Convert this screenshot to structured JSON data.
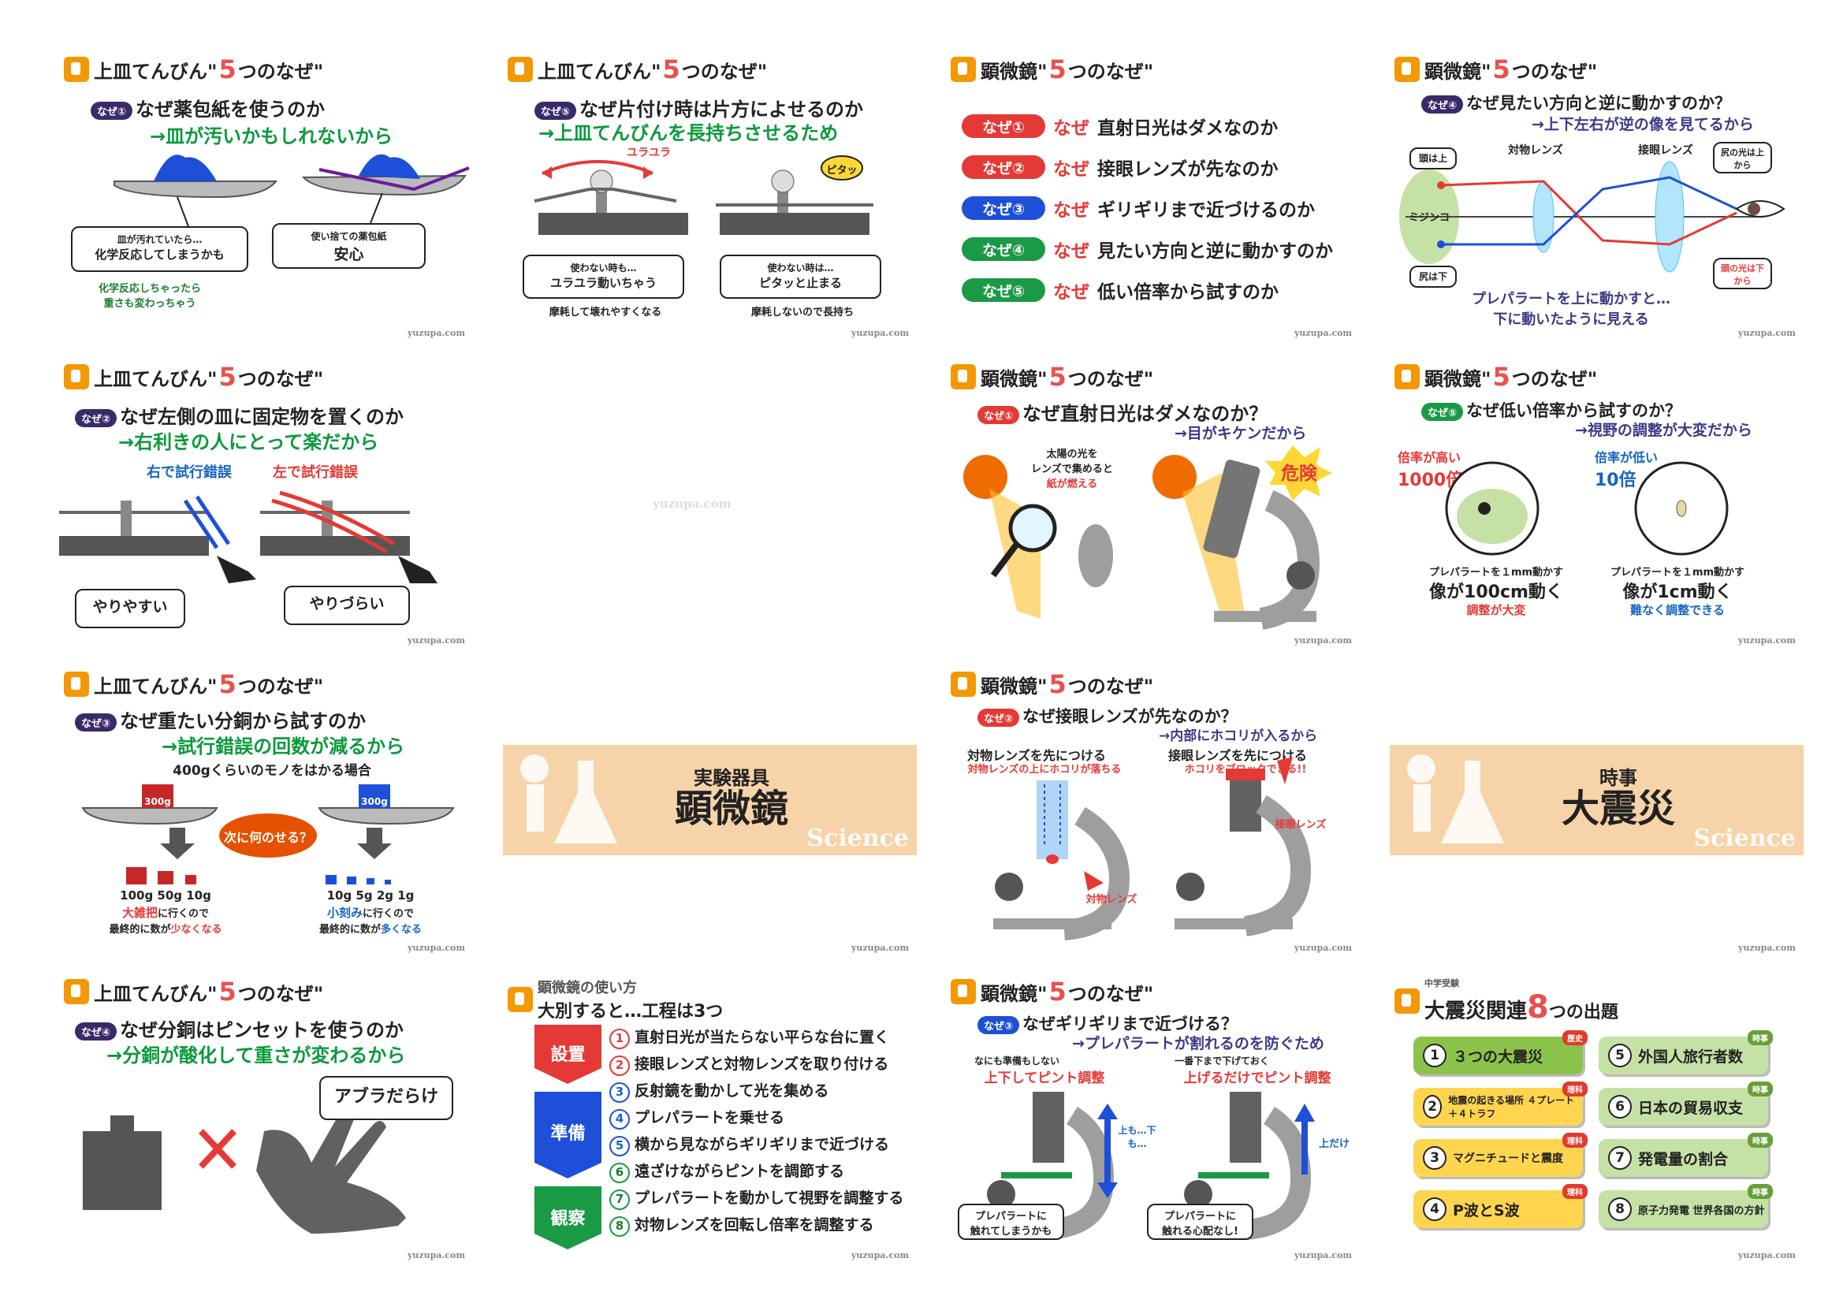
{
  "watermark": "yuzupa.com",
  "center_watermark": "yuzupa.com",
  "t1": {
    "title_a": "上皿てんびん\"",
    "five": "5",
    "title_b": "つのなぜ\"",
    "pill": "なぜ①",
    "question": "なぜ薬包紙を使うのか",
    "answer": "→皿が汚いかもしれないから",
    "b1_l1": "皿が汚れていたら…",
    "b1_l2": "化学反応してしまうかも",
    "b2_l1": "使い捨ての薬包紙",
    "b2_l2": "安心",
    "note_l1": "化学反応しちゃったら",
    "note_l2": "重さも変わっちゃう"
  },
  "t2": {
    "title_a": "上皿てんびん\"",
    "five": "5",
    "title_b": "つのなぜ\"",
    "pill": "なぜ⑤",
    "question": "なぜ片付け時は片方によせるのか",
    "answer": "→上皿てんびんを長持ちさせるため",
    "yura": "ユラユラ",
    "pitatto": "ピタッ",
    "b1_l1": "使わない時も…",
    "b1_l2": "ユラユラ動いちゃう",
    "b2_l1": "使わない時は…",
    "b2_l2": "ピタッと止まる",
    "n1": "摩耗して壊れやすくなる",
    "n2": "摩耗しないので長持ち"
  },
  "t3": {
    "title_a": "顕微鏡\"",
    "five": "5",
    "title_b": "つのなぜ\"",
    "rows": [
      {
        "tag": "なぜ①",
        "pre": "なぜ",
        "text": "直射日光はダメなのか",
        "color": "#e53935"
      },
      {
        "tag": "なぜ②",
        "pre": "なぜ",
        "text": "接眼レンズが先なのか",
        "color": "#e53935"
      },
      {
        "tag": "なぜ③",
        "pre": "なぜ",
        "text": "ギリギリまで近づけるのか",
        "color": "#1e4fd8"
      },
      {
        "tag": "なぜ④",
        "pre": "なぜ",
        "text": "見たい方向と逆に動かすのか",
        "color": "#1a9a45"
      },
      {
        "tag": "なぜ⑤",
        "pre": "なぜ",
        "text": "低い倍率から試すのか",
        "color": "#1a9a45"
      }
    ]
  },
  "t4": {
    "title_a": "顕微鏡\"",
    "five": "5",
    "title_b": "つのなぜ\"",
    "pill": "なぜ④",
    "question": "なぜ見たい方向と逆に動かすのか？",
    "answer": "→上下左右が逆の像を見てるから",
    "lens1": "対物レンズ",
    "lens2": "接眼レンズ",
    "mijinko": "ミジンコ",
    "head_up": "頭は上",
    "tail_down": "尻は下",
    "tail_light": "尻の光は上から",
    "head_light": "頭の光は下から",
    "caption_l1": "プレパラートを上に動かすと…",
    "caption_l2": "下に動いたように見える"
  },
  "t5": {
    "title_a": "上皿てんびん\"",
    "five": "5",
    "title_b": "つのなぜ\"",
    "pill": "なぜ②",
    "question": "なぜ左側の皿に固定物を置くのか",
    "answer": "→右利きの人にとって楽だから",
    "l1": "右で試行錯誤",
    "l2": "左で試行錯誤",
    "b1": "やりやすい",
    "b2": "やりづらい"
  },
  "t7": {
    "title_a": "顕微鏡\"",
    "five": "5",
    "title_b": "つのなぜ\"",
    "pill": "なぜ①",
    "question": "なぜ直射日光はダメなのか？",
    "answer": "→目がキケンだから",
    "note_l1": "太陽の光を",
    "note_l2": "レンズで集めると",
    "note_l3": "紙が燃える",
    "danger": "危険"
  },
  "t8": {
    "title_a": "顕微鏡\"",
    "five": "5",
    "title_b": "つのなぜ\"",
    "pill": "なぜ⑤",
    "question": "なぜ低い倍率から試すのか？",
    "answer": "→視野の調整が大変だから",
    "hi_l1": "倍率が高い",
    "hi_l2": "1000倍",
    "lo_l1": "倍率が低い",
    "lo_l2": "10倍",
    "move1": "プレパラートを１mm動かす",
    "res1": "像が100cm動く",
    "sub1": "調整が大変",
    "move2": "プレパラートを１mm動かす",
    "res2": "像が1cm動く",
    "sub2": "難なく調整できる"
  },
  "t9": {
    "title_a": "上皿てんびん\"",
    "five": "5",
    "title_b": "つのなぜ\"",
    "pill": "なぜ③",
    "question": "なぜ重たい分銅から試すのか",
    "answer": "→試行錯誤の回数が減るから",
    "note": "400gくらいのモノをはかる場合",
    "w1": "300g",
    "w2": "300g",
    "next": "次に何のせる？",
    "left_weights": "100g 50g 10g",
    "right_weights": "10g 5g 2g 1g",
    "ln_a": "大雑把",
    "ln_b": "に行くので",
    "ln_c": "最終的に数が",
    "ln_d": "少なくなる",
    "rn_a": "小刻み",
    "rn_b": "に行くので",
    "rn_c": "最終的に数が",
    "rn_d": "多くなる"
  },
  "t10": {
    "line1": "実験器具",
    "line2": "顕微鏡",
    "science": "Science"
  },
  "t11": {
    "title_a": "顕微鏡\"",
    "five": "5",
    "title_b": "つのなぜ\"",
    "pill": "なぜ②",
    "question": "なぜ接眼レンズが先なのか？",
    "answer": "→内部にホコリが入るから",
    "l_head": "対物レンズを先につける",
    "l_sub": "対物レンズの上にホコリが落ちる",
    "r_head": "接眼レンズを先につける",
    "r_sub": "ホコリをブロックできる!!",
    "lens_r": "接眼レンズ",
    "lens_l": "対物レンズ"
  },
  "t12": {
    "line1": "時事",
    "line2": "大震災",
    "science": "Science"
  },
  "t13": {
    "title_a": "上皿てんびん\"",
    "five": "5",
    "title_b": "つのなぜ\"",
    "pill": "なぜ④",
    "question": "なぜ分銅はピンセットを使うのか",
    "answer": "→分銅が酸化して重さが変わるから",
    "bubble": "アブラだらけ"
  },
  "t14": {
    "title_l1": "顕微鏡の使い方",
    "title_l2": "大別すると…工程は3つ",
    "phase1": "設置",
    "phase2": "準備",
    "phase3": "観察",
    "steps": [
      {
        "n": "1",
        "text": "直射日光が当たらない平らな台に置く",
        "color": "#e53935"
      },
      {
        "n": "2",
        "text": "接眼レンズと対物レンズを取り付ける",
        "color": "#e53935"
      },
      {
        "n": "3",
        "text": "反射鏡を動かして光を集める",
        "color": "#1e4fd8"
      },
      {
        "n": "4",
        "text": "プレパラートを乗せる",
        "color": "#1e4fd8"
      },
      {
        "n": "5",
        "text": "横から見ながらギリギリまで近づける",
        "color": "#1e4fd8"
      },
      {
        "n": "6",
        "text": "遠ざけながらピントを調節する",
        "color": "#1a9a45"
      },
      {
        "n": "7",
        "text": "プレパラートを動かして視野を調整する",
        "color": "#1a9a45"
      },
      {
        "n": "8",
        "text": "対物レンズを回転し倍率を調整する",
        "color": "#1a9a45"
      }
    ]
  },
  "t15": {
    "title_a": "顕微鏡\"",
    "five": "5",
    "title_b": "つのなぜ\"",
    "pill": "なぜ③",
    "question": "なぜギリギリまで近づける？",
    "answer": "→プレパラートが割れるのを防ぐため",
    "l_top": "なにも準備もしない",
    "l_head": "上下してピント調整",
    "r_top": "一番下まで下げておく",
    "r_head": "上げるだけでピント調整",
    "updown": "上も…下も…",
    "uponly": "上だけ",
    "b1_l1": "プレパラートに",
    "b1_l2": "触れてしまうかも",
    "b2_l1": "プレパラートに",
    "b2_l2": "触れる心配なし!"
  },
  "t16": {
    "small": "中学受験",
    "title": "大震災関連",
    "eight": "8",
    "title_b": "つの出題",
    "cards": [
      {
        "n": "1",
        "text": "３つの大震災",
        "tag": "歴史",
        "color": "#8bc34a"
      },
      {
        "n": "5",
        "text": "外国人旅行者数",
        "tag": "時事",
        "color": "#c5e1a5"
      },
      {
        "n": "2",
        "text": "地震の起きる場所 ４プレート＋４トラフ",
        "tag": "理科",
        "color": "#ffd54f"
      },
      {
        "n": "6",
        "text": "日本の貿易収支",
        "tag": "時事",
        "color": "#c5e1a5"
      },
      {
        "n": "3",
        "text": "マグニチュードと震度",
        "tag": "理科",
        "color": "#ffd54f"
      },
      {
        "n": "7",
        "text": "発電量の割合",
        "tag": "時事",
        "color": "#c5e1a5"
      },
      {
        "n": "4",
        "text": "P波とS波",
        "tag": "理科",
        "color": "#ffd54f"
      },
      {
        "n": "8",
        "text": "原子力発電 世界各国の方針",
        "tag": "時事",
        "color": "#c5e1a5"
      }
    ]
  }
}
